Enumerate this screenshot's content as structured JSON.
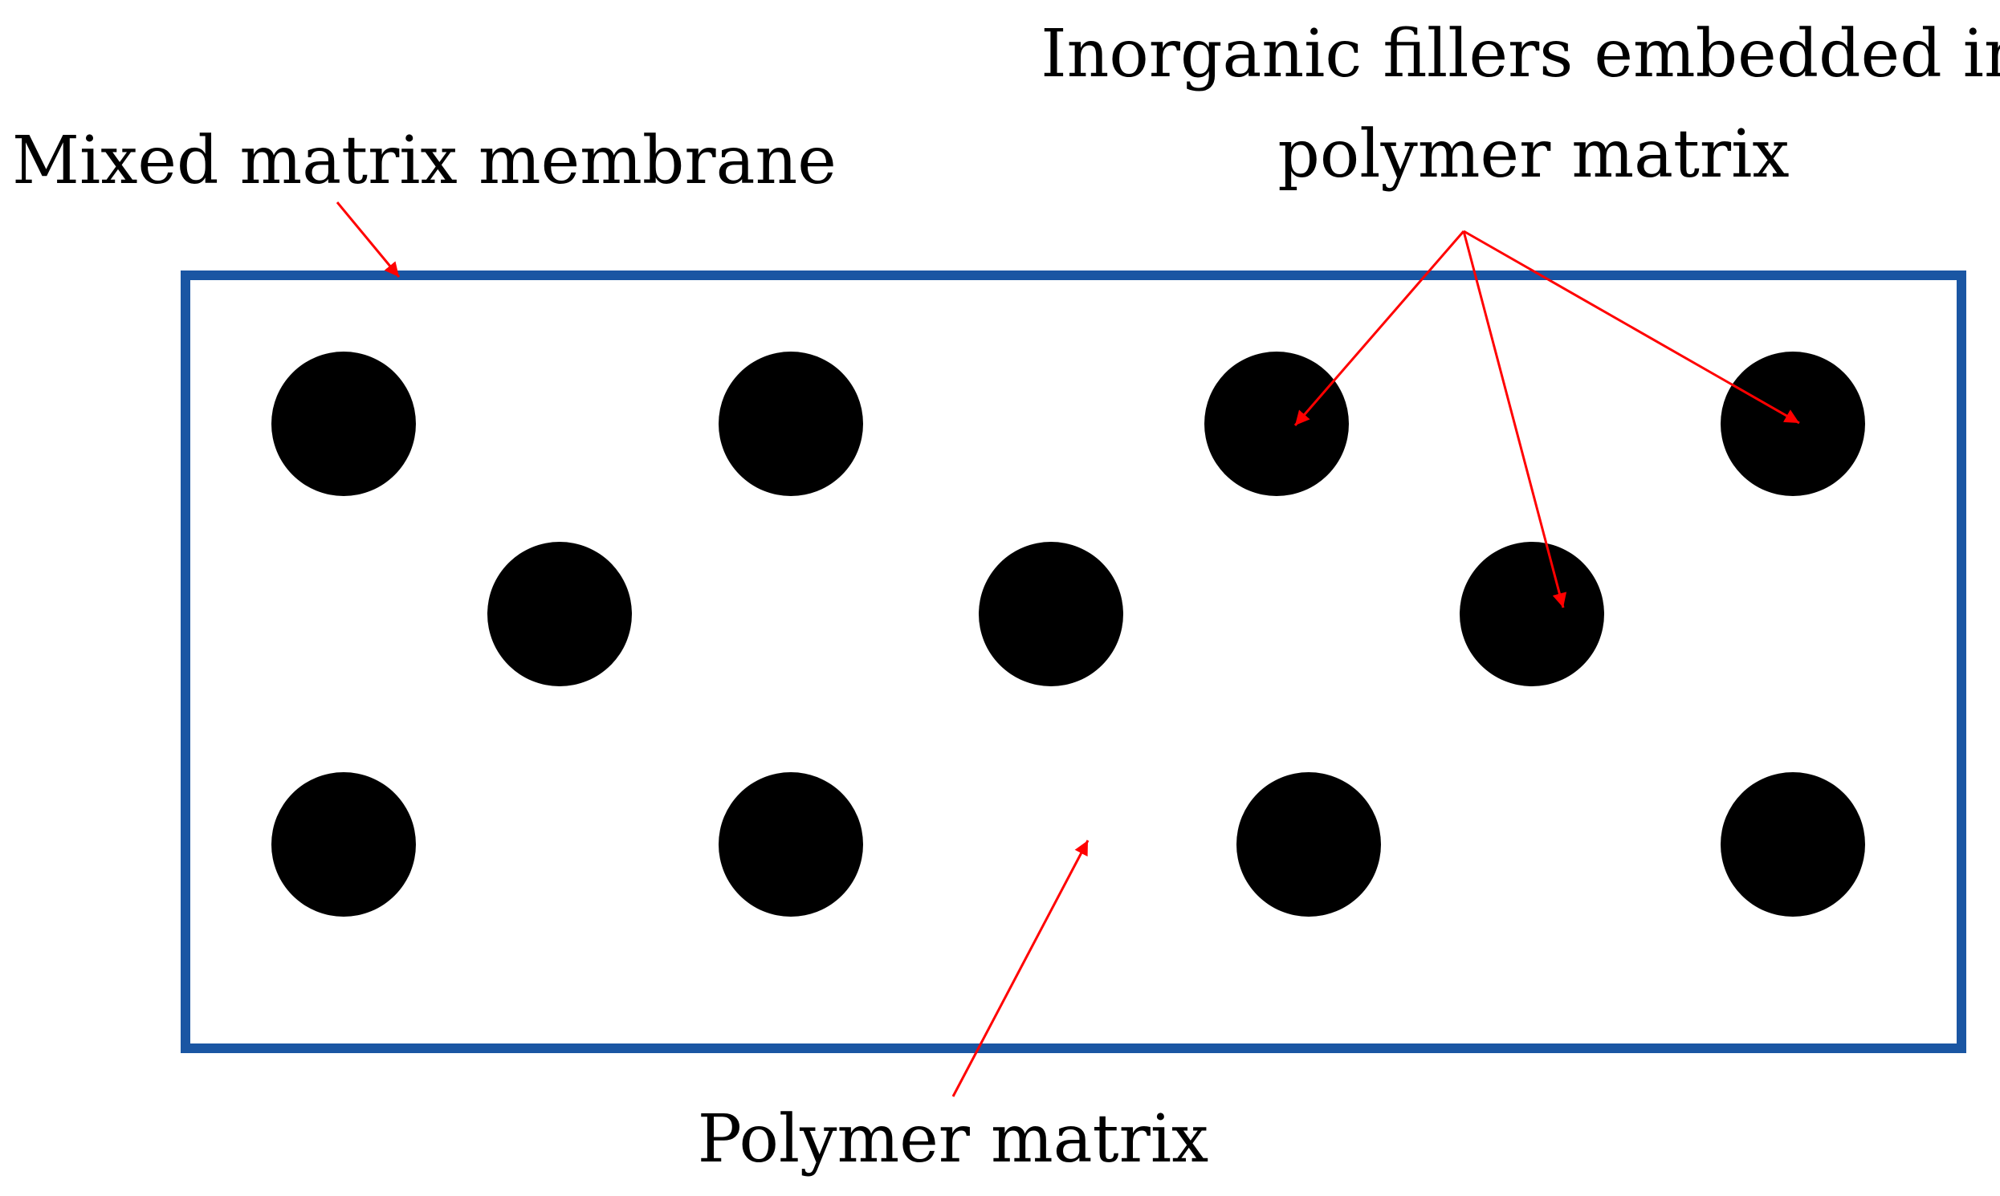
{
  "labels": {
    "membrane": "Mixed matrix membrane",
    "fillers_line1": "Inorganic fillers embedded in",
    "fillers_line2": "polymer matrix",
    "polymer": "Polymer matrix"
  },
  "fillers": {
    "count": 11,
    "color": "#000000"
  },
  "colors": {
    "membrane_border": "#1a56a3",
    "arrow": "#ff0000",
    "filler": "#000000",
    "text": "#000000",
    "background": "#ffffff"
  }
}
